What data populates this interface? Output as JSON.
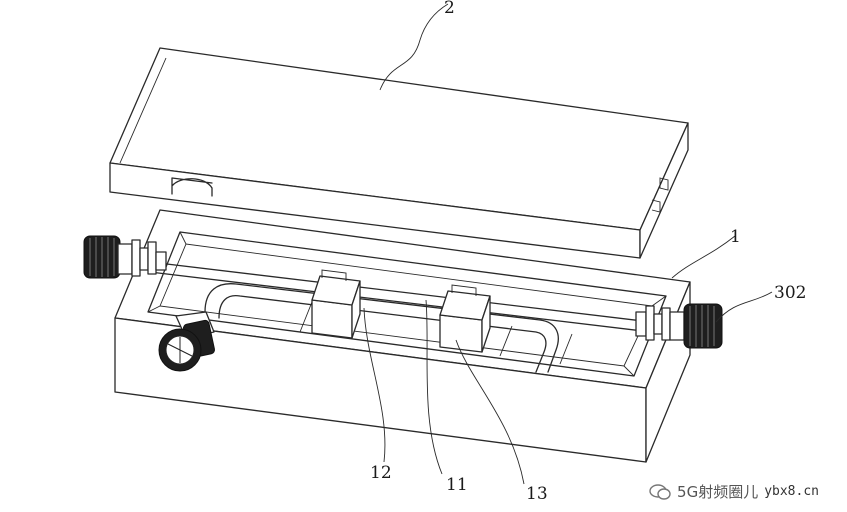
{
  "labels": {
    "lid": "2",
    "housing": "1",
    "connector": "302",
    "part12": "12",
    "part11": "11",
    "part13": "13"
  },
  "watermark": {
    "url": "ybx8.cn",
    "brand": "5G射频圈儿",
    "icon": "chat-bubble-icon"
  },
  "colors": {
    "line": "#2a2a2a",
    "background": "#ffffff"
  }
}
